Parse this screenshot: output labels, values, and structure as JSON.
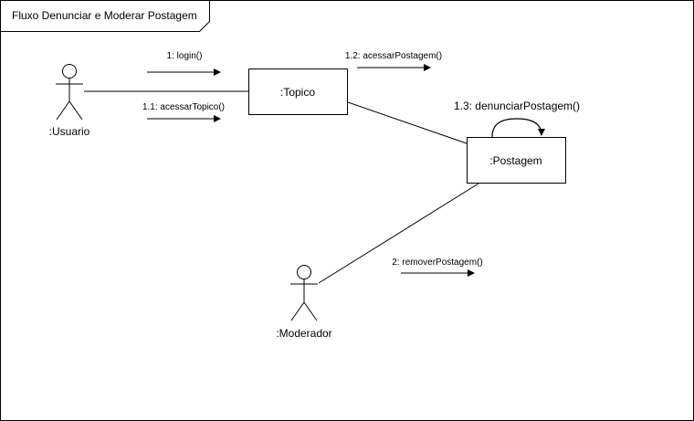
{
  "frame": {
    "title": "Fluxo Denunciar e Moderar Postagem"
  },
  "actors": {
    "usuario": {
      "label": ":Usuario"
    },
    "moderador": {
      "label": ":Moderador"
    }
  },
  "objects": {
    "topico": {
      "label": ":Topico"
    },
    "postagem": {
      "label": ":Postagem"
    }
  },
  "messages": {
    "login": "1: login()",
    "acessar_topico": "1.1: acessarTopico()",
    "acessar_postagem": "1.2: acessarPostagem()",
    "denunciar_postagem": "1.3: denunciarPostagem()",
    "remover_postagem": "2: removerPostagem()"
  }
}
